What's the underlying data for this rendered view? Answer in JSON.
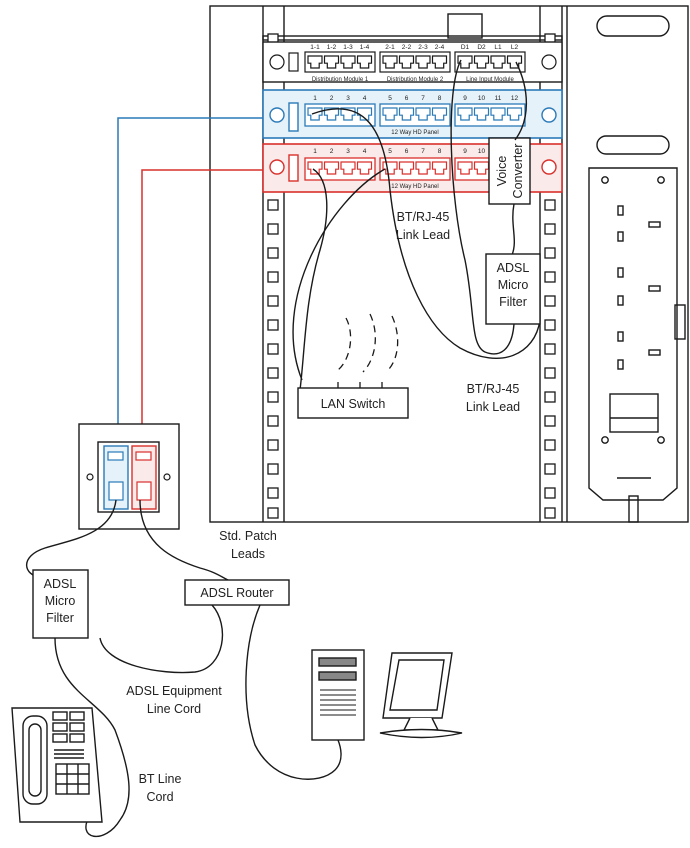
{
  "panels": {
    "distribution_ports": [
      "1-1",
      "1-2",
      "1-3",
      "1-4",
      "2-1",
      "2-2",
      "2-3",
      "2-4",
      "D1",
      "D2",
      "L1",
      "L2"
    ],
    "distribution_labels": [
      "Distribution Module 1",
      "Distribution Module 2",
      "Line Input Module"
    ],
    "hd_ports_blue": [
      "1",
      "2",
      "3",
      "4",
      "5",
      "6",
      "7",
      "8",
      "9",
      "10",
      "11",
      "12"
    ],
    "hd_ports_red": [
      "1",
      "2",
      "3",
      "4",
      "5",
      "6",
      "7",
      "8",
      "9",
      "10"
    ],
    "hd_panel_label": "12 Way HD Panel"
  },
  "labels": {
    "voice_converter": [
      "Voice",
      "Converter"
    ],
    "bt_rj45_upper": [
      "BT/RJ-45",
      "Link Lead"
    ],
    "adsl_filter_rack": [
      "ADSL",
      "Micro",
      "Filter"
    ],
    "lan_switch": "LAN Switch",
    "bt_rj45_lower": [
      "BT/RJ-45",
      "Link Lead"
    ],
    "std_patch": [
      "Std. Patch",
      "Leads"
    ],
    "adsl_router": "ADSL Router",
    "adsl_filter_desk": [
      "ADSL",
      "Micro",
      "Filter"
    ],
    "adsl_equipment": [
      "ADSL Equipment",
      "Line Cord"
    ],
    "bt_line_cord": [
      "BT Line",
      "Cord"
    ]
  },
  "colors": {
    "line": "#1a1a1a",
    "blue": "#2a7ab8",
    "red": "#d9302c",
    "blue_fill": "#e6f2fa",
    "red_fill": "#fbeaea",
    "white": "#ffffff"
  },
  "icons": [
    "wall-socket-icon",
    "desktop-computer-icon",
    "monitor-icon",
    "telephone-icon",
    "power-strip-icon",
    "wifi-signal-icon"
  ]
}
